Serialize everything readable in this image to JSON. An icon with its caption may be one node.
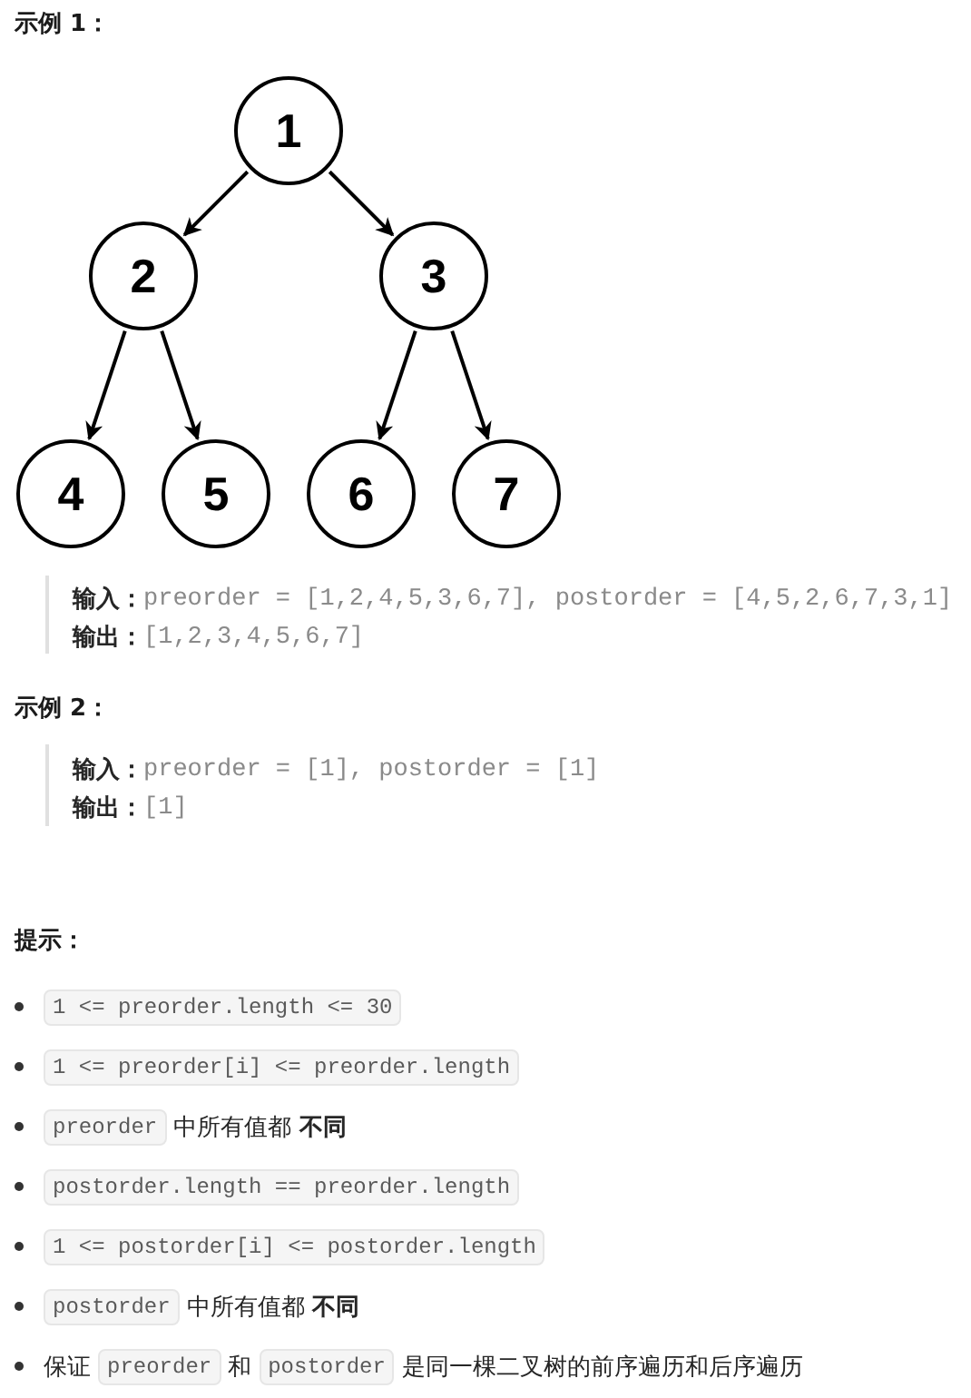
{
  "diagram": {
    "nodes": [
      {
        "text": [
          "1"
        ]
      },
      {
        "text": [
          "2"
        ]
      },
      {
        "text": [
          "3"
        ]
      },
      {
        "text": [
          "4"
        ]
      },
      {
        "text": [
          "5"
        ]
      },
      {
        "text": [
          "6"
        ]
      },
      {
        "text": [
          "7"
        ]
      }
    ],
    "edges": [
      {
        "from": 0,
        "to": 1,
        "arrow": "to"
      },
      {
        "from": 0,
        "to": 2,
        "arrow": "to"
      },
      {
        "from": 1,
        "to": 3,
        "arrow": "to"
      },
      {
        "from": 1,
        "to": 4,
        "arrow": "to"
      },
      {
        "from": 2,
        "to": 5,
        "arrow": "to"
      },
      {
        "from": 2,
        "to": 6,
        "arrow": "to"
      }
    ],
    "labels": [
      "示例 1：",
      "输入：",
      "preorder = [1,2,4,5,3,6,7], postorder = [4,5,2,6,7,3,1]",
      "输出：",
      "[1,2,3,4,5,6,7]",
      "示例 2：",
      "输入：",
      "preorder = [1], postorder = [1]",
      "输出：",
      "[1]",
      "提示：",
      "1 <= preorder.length <= 30",
      "1 <= preorder[i] <= preorder.length",
      "preorder",
      "中所有值都 **不同**",
      "postorder.length == preorder.length",
      "1 <= postorder[i] <= postorder.length",
      "postorder",
      "中所有值都 **不同**",
      "保证",
      "preorder",
      "和",
      "postorder",
      "是同一棵二叉树的前序遍历和后序遍历"
    ]
  }
}
